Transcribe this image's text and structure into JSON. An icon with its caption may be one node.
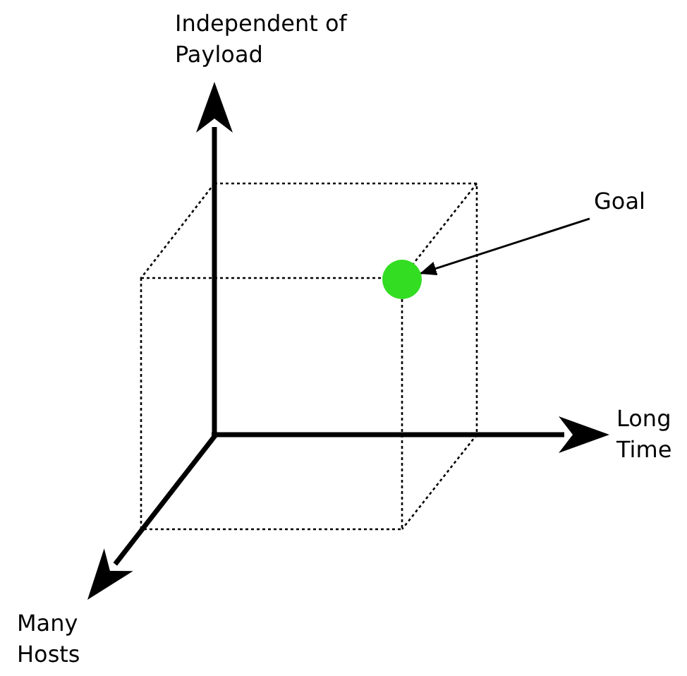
{
  "diagram": {
    "nodes": [
      {
        "text": [
          "Goal"
        ]
      },
      {
        "text": [],
        "shape": "circle"
      }
    ],
    "edges": [
      {
        "from": 0,
        "to": 1,
        "arrow": "to"
      }
    ],
    "labels": [
      "Independent of Payload",
      "Long Time",
      "Many Hosts"
    ]
  }
}
